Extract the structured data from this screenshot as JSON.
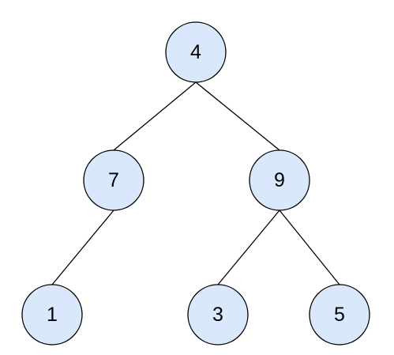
{
  "diagram": {
    "type": "binary-tree",
    "node_fill": "#dae8fc",
    "node_stroke": "#000000",
    "edge_color": "#000000",
    "nodes": [
      {
        "id": "n4",
        "label": "4"
      },
      {
        "id": "n7",
        "label": "7"
      },
      {
        "id": "n9",
        "label": "9"
      },
      {
        "id": "n1",
        "label": "1"
      },
      {
        "id": "n3",
        "label": "3"
      },
      {
        "id": "n5",
        "label": "5"
      }
    ],
    "edges": [
      {
        "from": "n4",
        "to": "n7"
      },
      {
        "from": "n4",
        "to": "n9"
      },
      {
        "from": "n7",
        "to": "n1"
      },
      {
        "from": "n9",
        "to": "n3"
      },
      {
        "from": "n9",
        "to": "n5"
      }
    ]
  }
}
